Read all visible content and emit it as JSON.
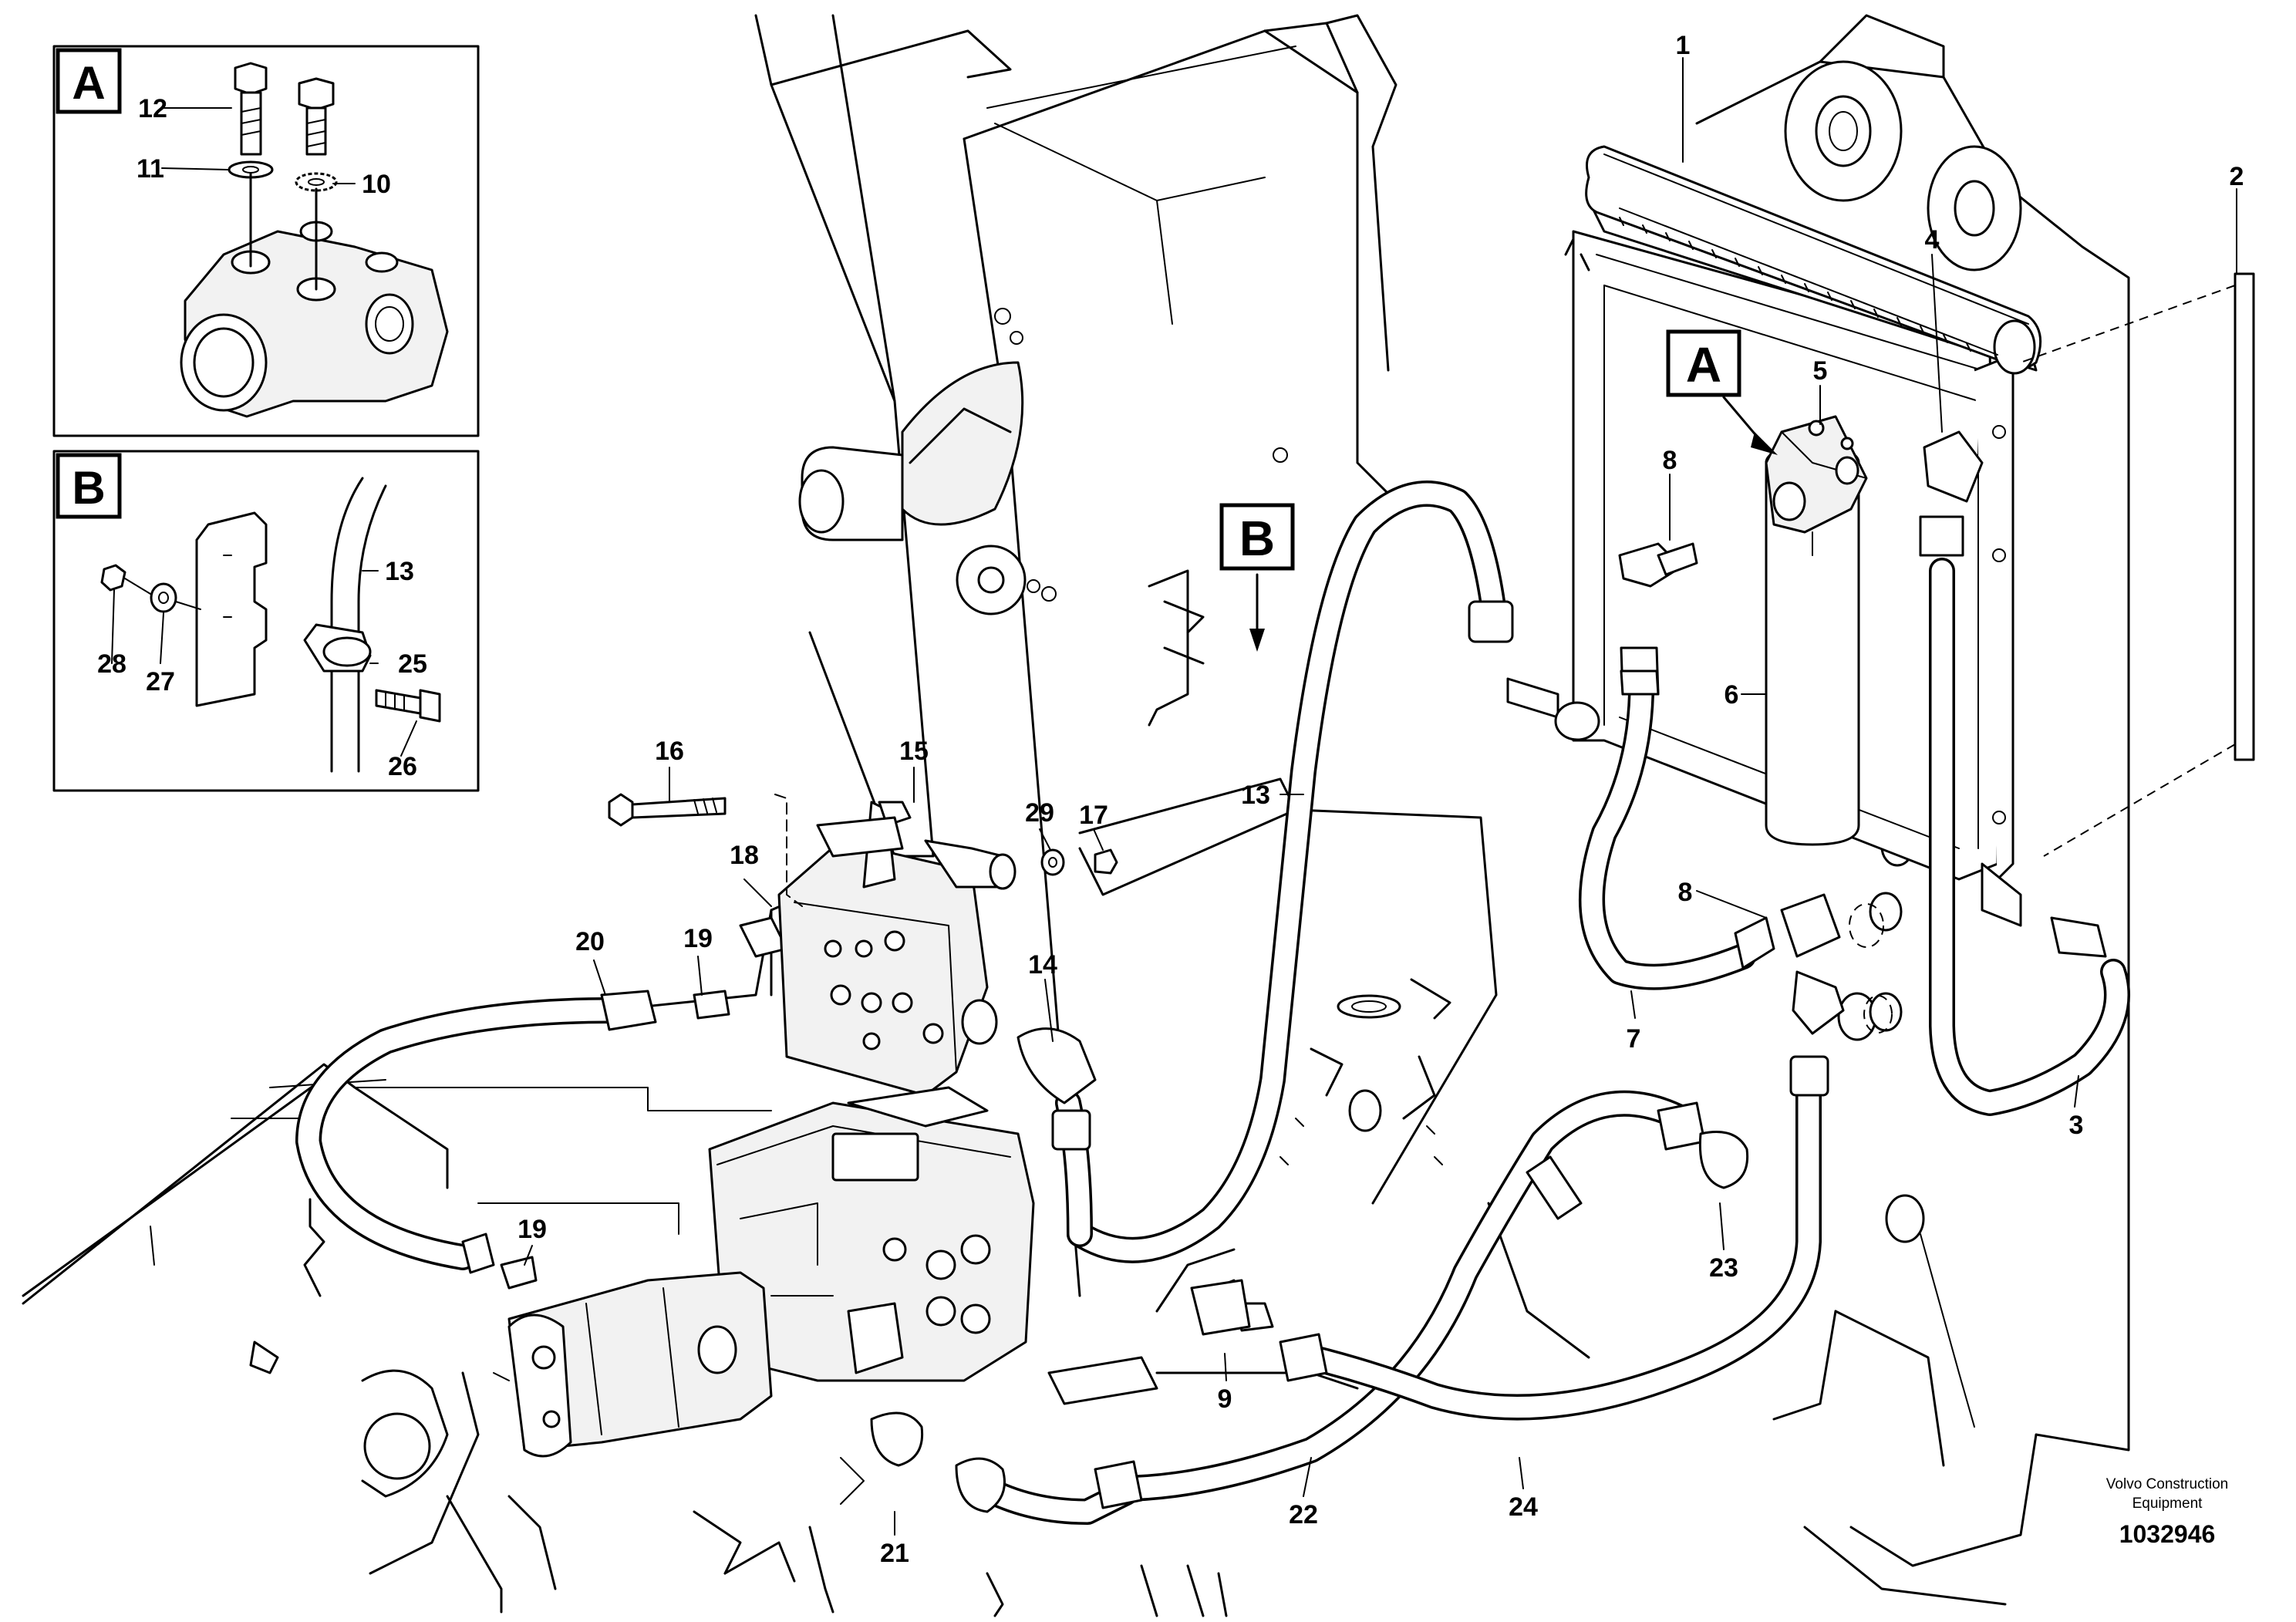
{
  "callouts": [
    {
      "id": "c1",
      "label": "1"
    },
    {
      "id": "c2",
      "label": "2"
    },
    {
      "id": "c3",
      "label": "3"
    },
    {
      "id": "c4",
      "label": "4"
    },
    {
      "id": "c5",
      "label": "5"
    },
    {
      "id": "c6",
      "label": "6"
    },
    {
      "id": "c7",
      "label": "7"
    },
    {
      "id": "c8a",
      "label": "8"
    },
    {
      "id": "c8b",
      "label": "8"
    },
    {
      "id": "c9",
      "label": "9"
    },
    {
      "id": "c10",
      "label": "10"
    },
    {
      "id": "c11",
      "label": "11"
    },
    {
      "id": "c12",
      "label": "12"
    },
    {
      "id": "c13a",
      "label": "13"
    },
    {
      "id": "c13b",
      "label": "13"
    },
    {
      "id": "c14",
      "label": "14"
    },
    {
      "id": "c15",
      "label": "15"
    },
    {
      "id": "c16",
      "label": "16"
    },
    {
      "id": "c17",
      "label": "17"
    },
    {
      "id": "c18",
      "label": "18"
    },
    {
      "id": "c19a",
      "label": "19"
    },
    {
      "id": "c19b",
      "label": "19"
    },
    {
      "id": "c20",
      "label": "20"
    },
    {
      "id": "c21",
      "label": "21"
    },
    {
      "id": "c22",
      "label": "22"
    },
    {
      "id": "c23",
      "label": "23"
    },
    {
      "id": "c24",
      "label": "24"
    },
    {
      "id": "c25",
      "label": "25"
    },
    {
      "id": "c26",
      "label": "26"
    },
    {
      "id": "c27",
      "label": "27"
    },
    {
      "id": "c28",
      "label": "28"
    },
    {
      "id": "c29",
      "label": "29"
    }
  ],
  "insets": {
    "a": {
      "tag": "A"
    },
    "b": {
      "tag": "B"
    }
  },
  "view_markers": {
    "a": "A",
    "b": "B"
  },
  "credit": {
    "line1": "Volvo Construction",
    "line2": "Equipment"
  },
  "document_number": "1032946"
}
